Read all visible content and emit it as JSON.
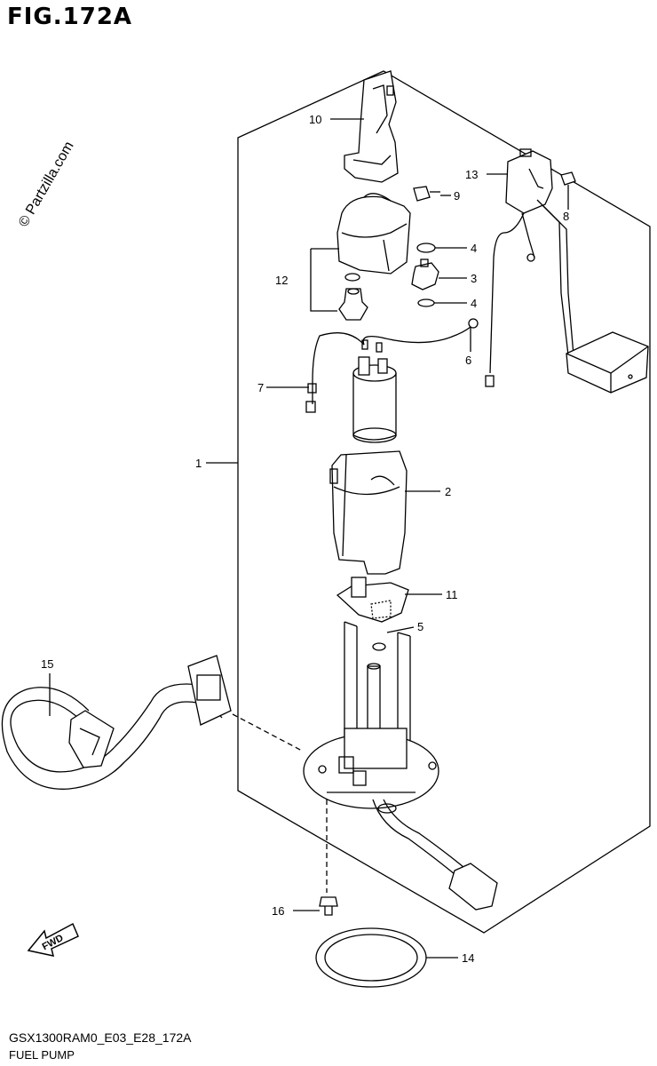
{
  "figure": {
    "title": "FIG.172A",
    "watermark": "© Partzilla.com",
    "diagram_code": "GSX1300RAM0_E03_E28_172A",
    "caption": "FUEL PUMP",
    "fwd_label": "FWD"
  },
  "callouts": [
    {
      "id": "c1",
      "label": "1"
    },
    {
      "id": "c2",
      "label": "2"
    },
    {
      "id": "c3",
      "label": "3"
    },
    {
      "id": "c4a",
      "label": "4"
    },
    {
      "id": "c4b",
      "label": "4"
    },
    {
      "id": "c5",
      "label": "5"
    },
    {
      "id": "c6",
      "label": "6"
    },
    {
      "id": "c7",
      "label": "7"
    },
    {
      "id": "c8",
      "label": "8"
    },
    {
      "id": "c9",
      "label": "9"
    },
    {
      "id": "c10",
      "label": "10"
    },
    {
      "id": "c11",
      "label": "11"
    },
    {
      "id": "c12",
      "label": "12"
    },
    {
      "id": "c13",
      "label": "13"
    },
    {
      "id": "c14",
      "label": "14"
    },
    {
      "id": "c15",
      "label": "15"
    },
    {
      "id": "c16",
      "label": "16"
    }
  ]
}
